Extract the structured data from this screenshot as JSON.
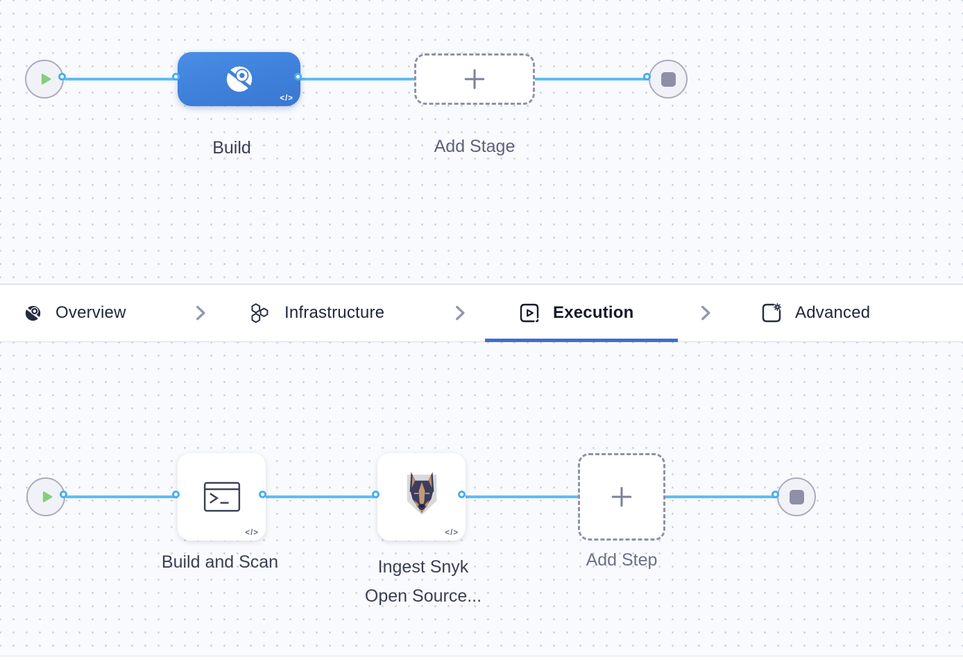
{
  "stage_pipeline": {
    "stage": {
      "label": "Build",
      "code_badge": "</>"
    },
    "add_stage": {
      "label": "Add Stage"
    }
  },
  "tab_bar": {
    "tabs": [
      {
        "label": "Overview",
        "active": false
      },
      {
        "label": "Infrastructure",
        "active": false
      },
      {
        "label": "Execution",
        "active": true
      },
      {
        "label": "Advanced",
        "active": false
      }
    ]
  },
  "execution_pipeline": {
    "steps": [
      {
        "label": "Build and Scan",
        "code_badge": "</>"
      },
      {
        "label_line1": "Ingest Snyk",
        "label_line2": "Open Source...",
        "code_badge": "</>"
      }
    ],
    "add_step": {
      "label": "Add Step"
    }
  },
  "icons": {
    "start_node": "play-icon",
    "end_node": "stop-square-icon",
    "stage_build": "ci-build-icon",
    "add_stage": "plus-icon",
    "add_step": "plus-icon",
    "code_badge": "code-icon",
    "tab_overview": "ci-overview-icon",
    "tab_infrastructure": "hexagons-icon",
    "tab_execution": "play-square-icon",
    "tab_advanced": "square-gear-icon",
    "tab_separator": "chevron-right-icon",
    "step_run": "terminal-icon",
    "step_snyk": "snyk-doberman-icon"
  },
  "colors": {
    "canvas_bg": "#f9fafd",
    "grid_dot": "#ccd0dd",
    "connector": "#62bcf0",
    "port_ring": "#49b0ea",
    "stage_node_blue": "#3e80da",
    "active_tab_underline": "#3a6fd3",
    "play_green": "#84cf7d",
    "end_square_gray": "#8d8fa7"
  }
}
